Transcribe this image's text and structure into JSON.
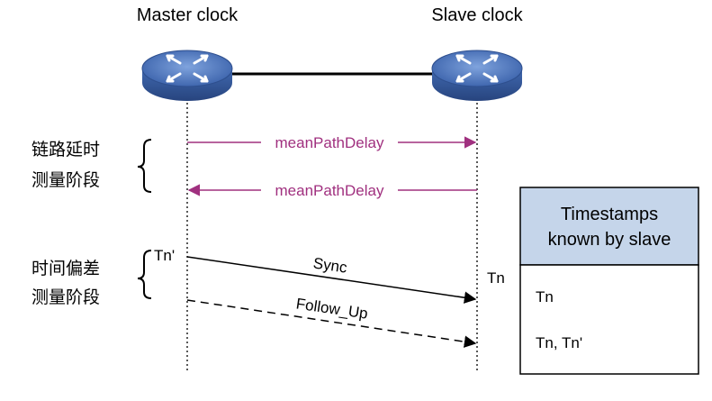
{
  "nodes": {
    "master": {
      "label": "Master clock",
      "icon": "switch-icon"
    },
    "slave": {
      "label": "Slave clock",
      "icon": "switch-icon"
    }
  },
  "phases": {
    "path_delay": {
      "line1": "链路延时",
      "line2": "测量阶段"
    },
    "offset": {
      "line1": "时间偏差",
      "line2": "测量阶段"
    }
  },
  "messages": {
    "mpd_forward": {
      "label": "meanPathDelay",
      "direction": "master-to-slave",
      "color": "#A0307F"
    },
    "mpd_back": {
      "label": "meanPathDelay",
      "direction": "slave-to-master",
      "color": "#A0307F"
    },
    "sync": {
      "label": "Sync",
      "direction": "master-to-slave",
      "style": "solid"
    },
    "follow_up": {
      "label": "Follow_Up",
      "direction": "master-to-slave",
      "style": "dashed"
    }
  },
  "timestamps": {
    "master_tx": "Tn'",
    "slave_rx": "Tn"
  },
  "table": {
    "header_line1": "Timestamps",
    "header_line2": "known by slave",
    "row1": "Tn",
    "row2": "Tn, Tn'",
    "header_color": "#C5D5EA"
  },
  "colors": {
    "switch_body": "#4A72B8",
    "switch_top": "#5B86CC"
  }
}
